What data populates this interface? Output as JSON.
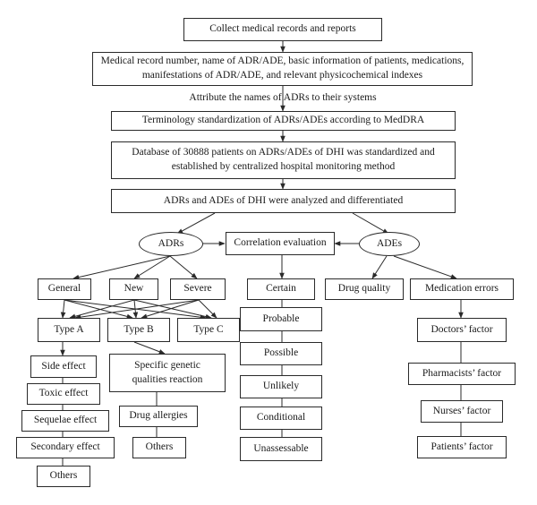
{
  "diagram": {
    "nodes": {
      "collect": "Collect medical records and reports",
      "record_fields": "Medical record number, name of ADR/ADE, basic information of patients, medications, manifestations of ADR/ADE, and relevant physicochemical indexes",
      "attribute": "Attribute the names of ADRs to their systems",
      "standardization": "Terminology standardization of ADRs/ADEs according to MedDRA",
      "database": "Database of 30888 patients on ADRs/ADEs of DHI was standardized and established by centralized hospital monitoring method",
      "analyzed": "ADRs and ADEs of DHI were analyzed and differentiated",
      "adrs": "ADRs",
      "correlation": "Correlation evaluation",
      "ades": "ADEs",
      "general": "General",
      "new": "New",
      "severe": "Severe",
      "type_a": "Type A",
      "type_b": "Type B",
      "type_c": "Type C",
      "side_effect": "Side effect",
      "toxic_effect": "Toxic effect",
      "sequelae_effect": "Sequelae effect",
      "secondary_effect": "Secondary effect",
      "others_a": "Others",
      "specific_genetic": "Specific genetic qualities reaction",
      "drug_allergies": "Drug allergies",
      "others_b": "Others",
      "certain": "Certain",
      "probable": "Probable",
      "possible": "Possible",
      "unlikely": "Unlikely",
      "conditional": "Conditional",
      "unassessable": "Unassessable",
      "drug_quality": "Drug quality",
      "medication_errors": "Medication errors",
      "doctors": "Doctors’ factor",
      "pharmacists": "Pharmacists’ factor",
      "nurses": "Nurses’ factor",
      "patients": "Patients’ factor"
    }
  }
}
